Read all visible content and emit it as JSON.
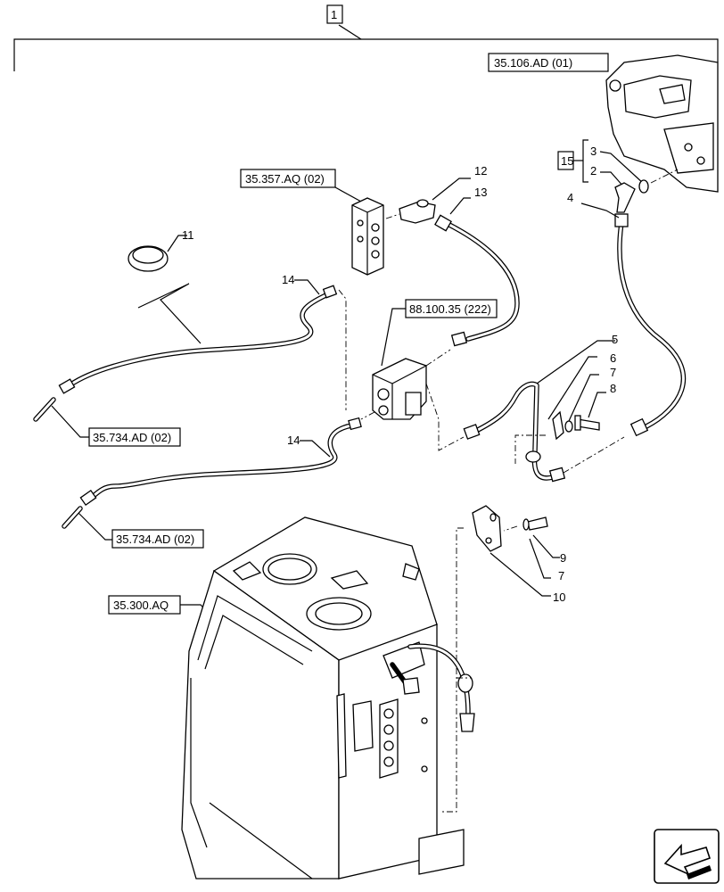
{
  "assembly": {
    "number": "1"
  },
  "refs": {
    "pump": "35.106.AD (01)",
    "block": "35.357.AQ (02)",
    "valve": "88.100.35 (222)",
    "left_upper": "35.734.AD (02)",
    "left_lower": "35.734.AD (02)",
    "tank": "35.300.AQ"
  },
  "group_box": {
    "number": "15"
  },
  "callouts": {
    "c2": "2",
    "c3": "3",
    "c4": "4",
    "c5": "5",
    "c6": "6",
    "c7a": "7",
    "c7b": "7",
    "c8": "8",
    "c9": "9",
    "c10": "10",
    "c11": "11",
    "c12": "12",
    "c13": "13",
    "c14a": "14",
    "c14b": "14"
  },
  "icons": {
    "nav": "direction-arrow-icon"
  }
}
